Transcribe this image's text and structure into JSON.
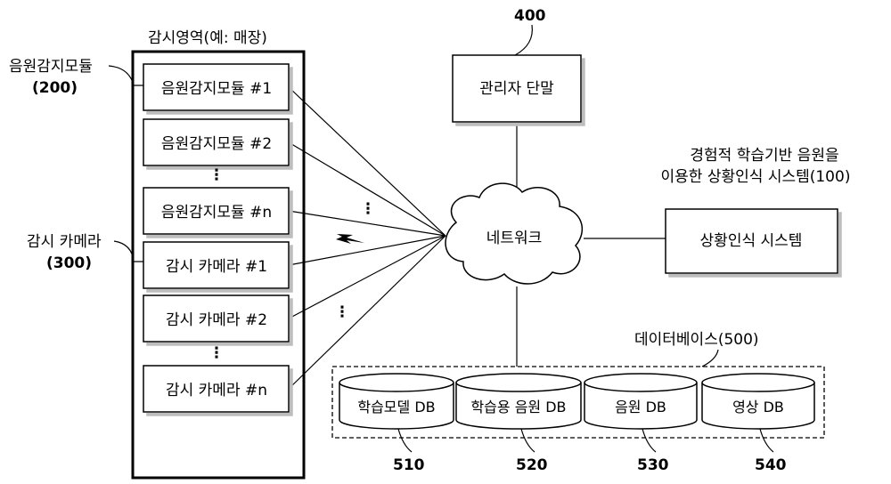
{
  "monitoring_area": {
    "title": "감시영역(예: 매장)",
    "sound_modules": [
      "음원감지모듈 #1",
      "음원감지모듈 #2",
      "음원감지모듈 #n"
    ],
    "cameras": [
      "감시 카메라 #1",
      "감시 카메라 #2",
      "감시 카메라 #n"
    ]
  },
  "callouts": {
    "sound_module_name": "음원감지모듈",
    "sound_module_ref": "(200)",
    "camera_name": "감시 카메라",
    "camera_ref": "(300)"
  },
  "admin_terminal": {
    "label": "관리자 단말",
    "ref": "400"
  },
  "network": {
    "label": "네트워크"
  },
  "system": {
    "label": "상황인식 시스템",
    "caption_line1": "경험적 학습기반 음원을",
    "caption_line2": "이용한 상황인식 시스템(100)"
  },
  "database": {
    "title": "데이터베이스(500)",
    "dbs": [
      {
        "label": "학습모델 DB",
        "ref": "510"
      },
      {
        "label": "학습용 음원 DB",
        "ref": "520"
      },
      {
        "label": "음원 DB",
        "ref": "530"
      },
      {
        "label": "영상 DB",
        "ref": "540"
      }
    ]
  },
  "vertical_ellipsis": "⋮"
}
